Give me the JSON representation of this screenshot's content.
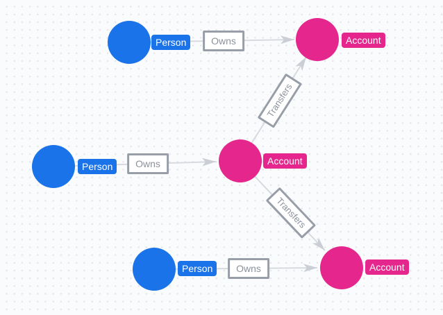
{
  "canvas": {
    "background_color": "#fafbfd",
    "dot_color": "#e4e6ea"
  },
  "colors": {
    "person_node": "#1a73e8",
    "account_node": "#e5278d",
    "edge_line": "#d7dade",
    "arrowhead": "#cbcfd5",
    "edge_label_border": "#989ea8",
    "edge_label_text": "#8c929b",
    "node_label_text": "#ffffff",
    "canvas_bg": "#fafbfd",
    "dot_color2": "#e4e6ea"
  },
  "nodes": [
    {
      "id": "person-top",
      "label": "Person"
    },
    {
      "id": "account-top",
      "label": "Account"
    },
    {
      "id": "person-middle",
      "label": "Person"
    },
    {
      "id": "account-middle",
      "label": "Account"
    },
    {
      "id": "person-bottom",
      "label": "Person"
    },
    {
      "id": "account-bottom",
      "label": "Account"
    }
  ],
  "edges": [
    {
      "id": "owns-top",
      "label": "Owns",
      "from": "person-top",
      "to": "account-top"
    },
    {
      "id": "owns-middle",
      "label": "Owns",
      "from": "person-middle",
      "to": "account-middle"
    },
    {
      "id": "owns-bottom",
      "label": "Owns",
      "from": "person-bottom",
      "to": "account-bottom"
    },
    {
      "id": "transfers-up",
      "label": "Transfers",
      "from": "account-middle",
      "to": "account-top"
    },
    {
      "id": "transfers-down",
      "label": "Transfers",
      "from": "account-middle",
      "to": "account-bottom"
    }
  ]
}
